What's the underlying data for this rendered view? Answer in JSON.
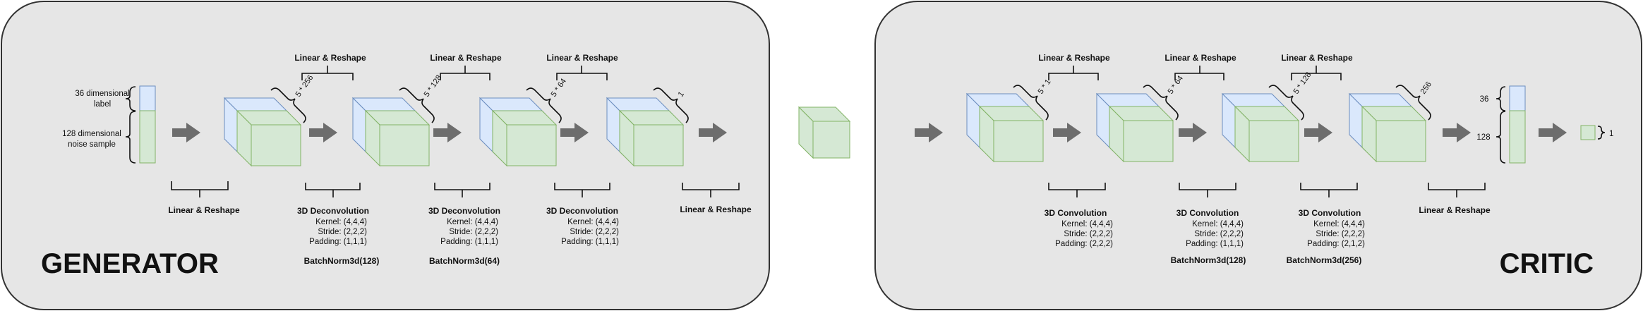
{
  "colors": {
    "panel_fill": "#e6e6e6",
    "panel_stroke": "#333333",
    "cube_front": "#d5e8d4",
    "cube_back": "#dae8fc",
    "cube_front_stroke": "#82b366",
    "cube_back_stroke": "#6c8ebf",
    "arrow": "#6d6d6d"
  },
  "generator": {
    "title": "GENERATOR",
    "input_label_1": "36 dimensional",
    "input_label_2": "label",
    "input_noise_1": "128 dimensional",
    "input_noise_2": "noise sample",
    "input_linear": "Linear & Reshape",
    "output_linear": "Linear & Reshape",
    "cubes": [
      {
        "dim": "5 * 256"
      },
      {
        "dim": "5 * 128"
      },
      {
        "dim": "5 * 64"
      },
      {
        "dim": "1"
      }
    ],
    "blocks": [
      {
        "top_label": "Linear & Reshape",
        "op": "3D Deconvolution",
        "kernel": "Kernel: (4,4,4)",
        "stride": "Stride: (2,2,2)",
        "padding": "Padding: (1,1,1)",
        "norm": "BatchNorm3d(128)"
      },
      {
        "top_label": "Linear & Reshape",
        "op": "3D Deconvolution",
        "kernel": "Kernel: (4,4,4)",
        "stride": "Stride: (2,2,2)",
        "padding": "Padding: (1,1,1)",
        "norm": "BatchNorm3d(64)"
      },
      {
        "top_label": "Linear & Reshape",
        "op": "3D Deconvolution",
        "kernel": "Kernel: (4,4,4)",
        "stride": "Stride: (2,2,2)",
        "padding": "Padding: (1,1,1)",
        "norm": ""
      }
    ]
  },
  "critic": {
    "title": "CRITIC",
    "cubes": [
      {
        "dim": "5 * 1"
      },
      {
        "dim": "5 * 64"
      },
      {
        "dim": "5 * 128"
      },
      {
        "dim": "256"
      }
    ],
    "blocks": [
      {
        "top_label": "Linear & Reshape",
        "op": "3D Convolution",
        "kernel": "Kernel: (4,4,4)",
        "stride": "Stride: (2,2,2)",
        "padding": "Padding: (2,2,2)",
        "norm": ""
      },
      {
        "top_label": "Linear & Reshape",
        "op": "3D Convolution",
        "kernel": "Kernel: (4,4,4)",
        "stride": "Stride: (2,2,2)",
        "padding": "Padding: (1,1,1)",
        "norm": "BatchNorm3d(128)"
      },
      {
        "top_label": "Linear & Reshape",
        "op": "3D Convolution",
        "kernel": "Kernel: (4,4,4)",
        "stride": "Stride: (2,2,2)",
        "padding": "Padding: (2,1,2)",
        "norm": "BatchNorm3d(256)"
      }
    ],
    "output_linear": "Linear & Reshape",
    "out_split_1": "36",
    "out_split_2": "128",
    "final_out": "1"
  }
}
